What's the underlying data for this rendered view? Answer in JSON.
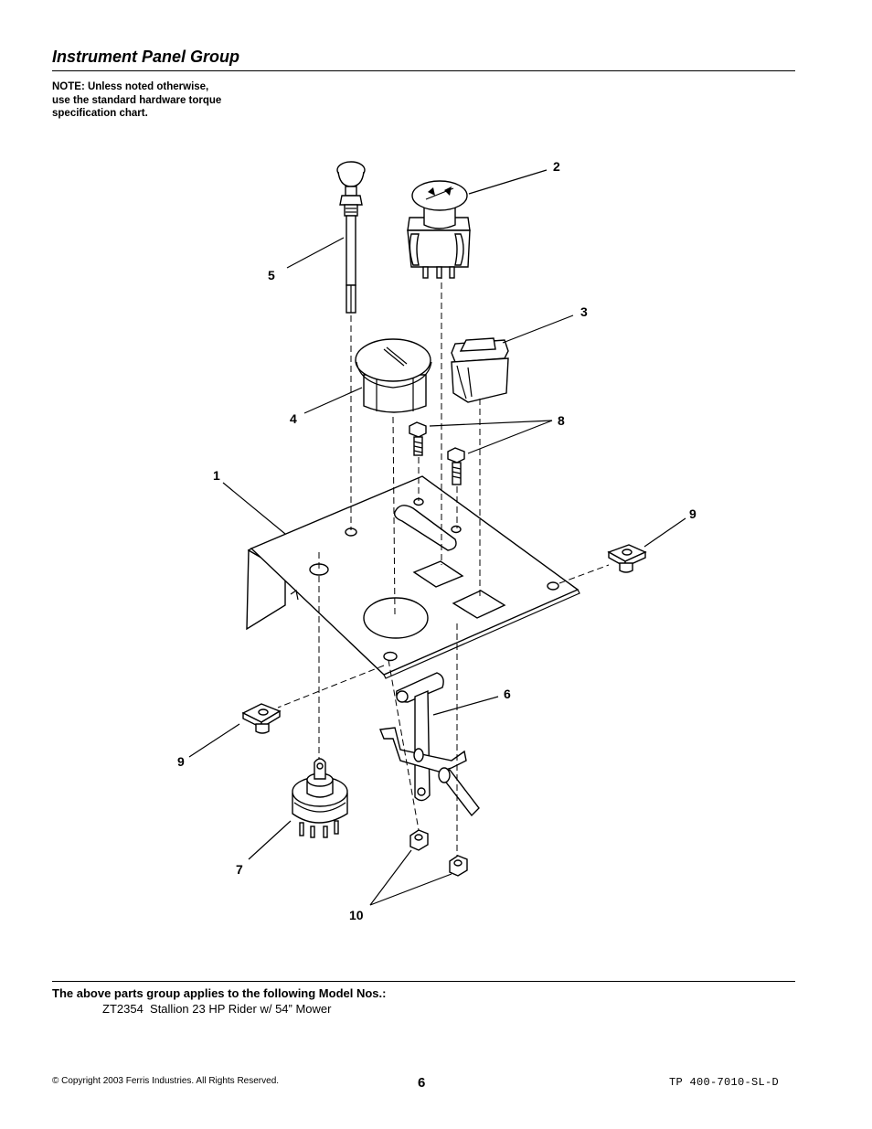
{
  "header": {
    "title": "Instrument Panel Group"
  },
  "note": {
    "line1": "NOTE: Unless noted otherwise,",
    "line2": "use the standard hardware torque",
    "line3": "specification chart."
  },
  "callouts": {
    "c1": "1",
    "c2": "2",
    "c3": "3",
    "c4": "4",
    "c5": "5",
    "c6": "6",
    "c7": "7",
    "c8": "8",
    "c9a": "9",
    "c9b": "9",
    "c10": "10"
  },
  "applies": {
    "heading": "The above parts group applies to the following Model Nos.:",
    "model": "ZT2354  Stallion 23 HP Rider w/ 54” Mower"
  },
  "footer": {
    "copyright": "© Copyright 2003 Ferris Industries. All Rights Reserved.",
    "page": "6",
    "code": "TP 400-7010-SL-D"
  }
}
